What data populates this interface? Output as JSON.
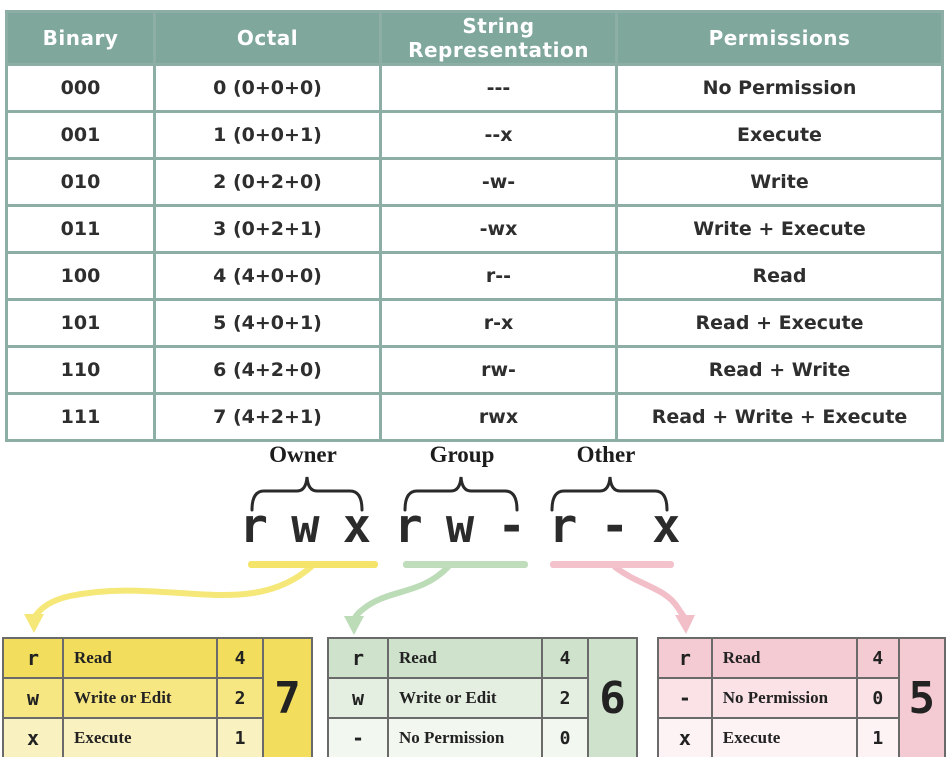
{
  "colors": {
    "header_bg": "#7FA79C",
    "table_border": "#8CAEA4",
    "text_dark": "#2B2B2B",
    "owner_accent": "#F5E46A",
    "group_accent": "#BFDCBB",
    "other_accent": "#F3C2CB",
    "mini_border": "#6A6A6A"
  },
  "main_table": {
    "headers": [
      "Binary",
      "Octal",
      "String Representation",
      "Permissions"
    ],
    "rows": [
      {
        "binary": "000",
        "octal": "0 (0+0+0)",
        "string": "---",
        "permissions": "No Permission"
      },
      {
        "binary": "001",
        "octal": "1 (0+0+1)",
        "string": "--x",
        "permissions": "Execute"
      },
      {
        "binary": "010",
        "octal": "2 (0+2+0)",
        "string": "-w-",
        "permissions": "Write"
      },
      {
        "binary": "011",
        "octal": "3 (0+2+1)",
        "string": "-wx",
        "permissions": "Write + Execute"
      },
      {
        "binary": "100",
        "octal": "4 (4+0+0)",
        "string": "r--",
        "permissions": "Read"
      },
      {
        "binary": "101",
        "octal": "5 (4+0+1)",
        "string": "r-x",
        "permissions": "Read + Execute"
      },
      {
        "binary": "110",
        "octal": "6 (4+2+0)",
        "string": "rw-",
        "permissions": "Read + Write"
      },
      {
        "binary": "111",
        "octal": "7 (4+2+1)",
        "string": "rwx",
        "permissions": "Read + Write + Execute"
      }
    ]
  },
  "diagram": {
    "groups": [
      {
        "label": "Owner"
      },
      {
        "label": "Group"
      },
      {
        "label": "Other"
      }
    ],
    "permission_string": "rwxrw-r-x",
    "chars": [
      "r",
      "w",
      "x",
      "r",
      "w",
      "-",
      "r",
      "-",
      "x"
    ]
  },
  "mini_tables": [
    {
      "name": "owner",
      "result": "7",
      "rows": [
        {
          "symbol": "r",
          "label": "Read",
          "value": "4"
        },
        {
          "symbol": "w",
          "label": "Write or Edit",
          "value": "2"
        },
        {
          "symbol": "x",
          "label": "Execute",
          "value": "1"
        }
      ]
    },
    {
      "name": "group",
      "result": "6",
      "rows": [
        {
          "symbol": "r",
          "label": "Read",
          "value": "4"
        },
        {
          "symbol": "w",
          "label": "Write or Edit",
          "value": "2"
        },
        {
          "symbol": "-",
          "label": "No Permission",
          "value": "0"
        }
      ]
    },
    {
      "name": "other",
      "result": "5",
      "rows": [
        {
          "symbol": "r",
          "label": "Read",
          "value": "4"
        },
        {
          "symbol": "-",
          "label": "No Permission",
          "value": "0"
        },
        {
          "symbol": "x",
          "label": "Execute",
          "value": "1"
        }
      ]
    }
  ]
}
